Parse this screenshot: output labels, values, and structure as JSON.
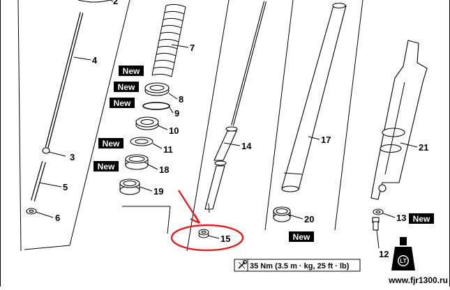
{
  "parts": [
    "2",
    "3",
    "4",
    "5",
    "6",
    "7",
    "8",
    "9",
    "10",
    "11",
    "12",
    "13",
    "14",
    "15",
    "17",
    "18",
    "19",
    "20",
    "21"
  ],
  "badges": {
    "new": "New"
  },
  "torque": {
    "spec": "35 Nm (3.5 m · kg, 25 ft · lb)"
  },
  "thread_lock": {
    "symbol": "LT"
  },
  "website": {
    "url": "www.fjr1300.ru"
  },
  "colors": {
    "highlight": "#e02020",
    "badge_bg": "#000000",
    "line": "#000000",
    "background": "#ffffff"
  }
}
